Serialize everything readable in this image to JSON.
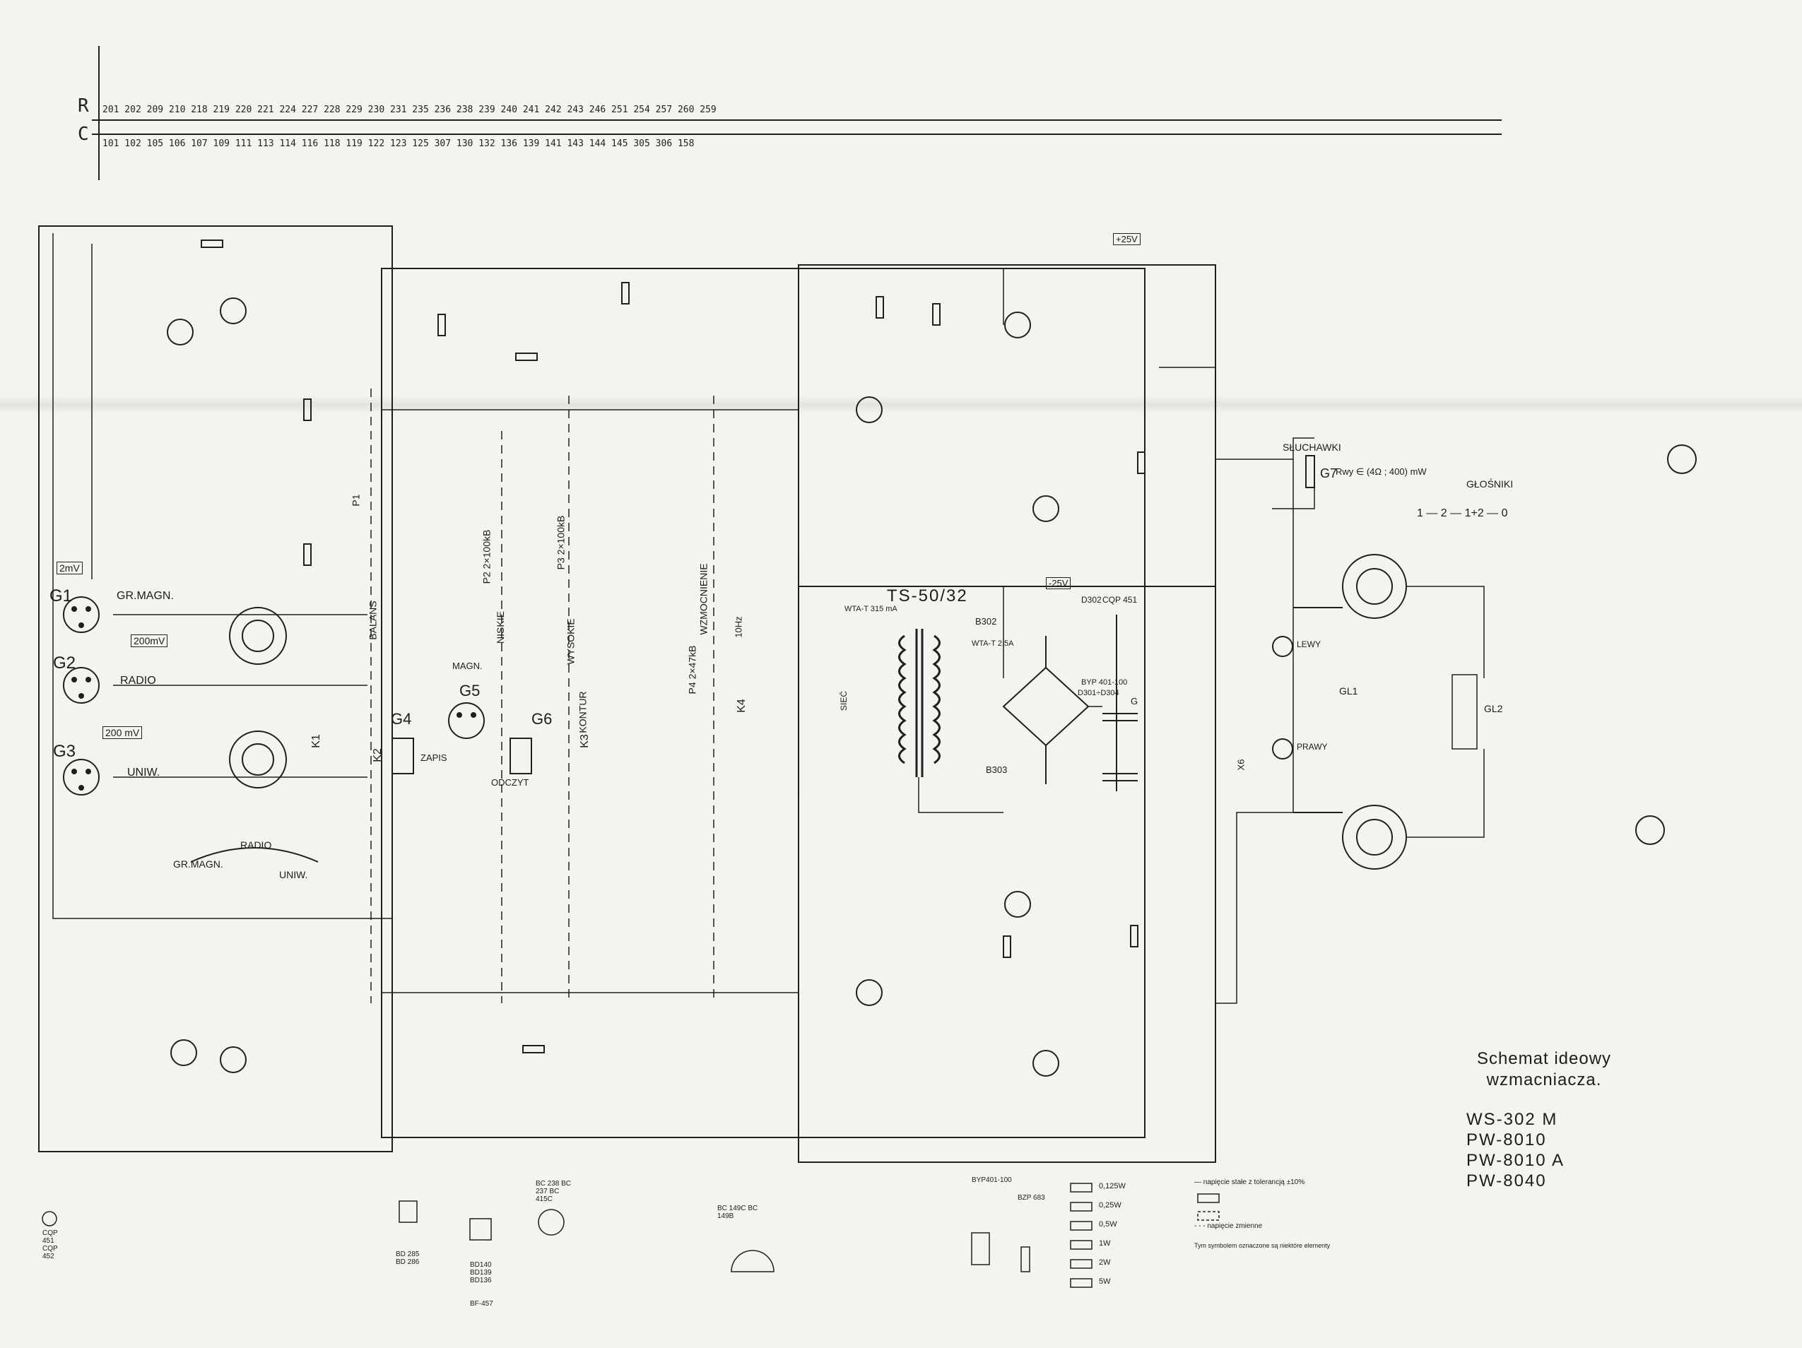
{
  "ref_strip": {
    "rail_r": "R",
    "rail_c": "C",
    "row_r": "201 202 209 210 218 219 220 221 224 227 228 229 230 231 235 236 238 239 240 241 242 243 246 251 254 257 260 259",
    "row_c": "101 102 105 106 107 109 111 113 114 116 118 119 122 123 125 307 130 132 136 139 141 143 144 145 305 306 158"
  },
  "inputs": {
    "g1": "G1",
    "g1_label": "GR.MAGN.",
    "g1_level": "2mV",
    "g2": "G2",
    "g2_label": "RADIO",
    "g2_level": "200mV",
    "g3": "G3",
    "g3_label": "UNIW.",
    "g3_level": "200 mV",
    "g4": "G4",
    "g5": "G5",
    "g6": "G6",
    "zapis": "ZAPIS",
    "odczyt": "ODCZYT",
    "magn": "MAGN.",
    "selector_radio": "RADIO",
    "selector_grmagn": "GR.MAGN.",
    "selector_uniw": "UNIW."
  },
  "controls": {
    "p1": "P1",
    "balans": "BALANS",
    "p2_low": "P2 2×100kB",
    "niskie": "NISKIE",
    "p3_mid": "P3 2×100kB",
    "wysokie": "WYSOKIE",
    "p4": "P4 2×47kB",
    "wzmocnienie": "WZMOCNIENIE",
    "kontur": "KONTUR",
    "k1": "K1",
    "k2": "K2",
    "k3": "K3",
    "k4": "K4",
    "10hz": "10Hz"
  },
  "power": {
    "transformer": "TS-50/32",
    "fuse_main": "WTA-T 315 mA",
    "siec": "SIEĆ",
    "b302": "B302",
    "b303": "B303",
    "fuse_b": "WTA-T 2,5A",
    "d301": "D301÷D304",
    "bridge": "BYP 401-100",
    "led": "CQP 451",
    "d302": "D302",
    "v25": "+25V",
    "vm25": "-25V",
    "g": "G"
  },
  "outputs": {
    "sluchawki": "SŁUCHAWKI",
    "g7": "G7",
    "glosniki": "GŁOŚNIKI",
    "impedance": "Rwy ∈ (4Ω ; 400) mW",
    "lewy": "LEWY",
    "prawy": "PRAWY",
    "gl1": "GL1",
    "gl2": "GL2",
    "x6": "X6",
    "switch_pos": "1 — 2 — 1+2 — 0"
  },
  "title": {
    "line1": "Schemat ideowy",
    "line2": "wzmacniacza.",
    "models": [
      "WS-302 M",
      "PW-8010",
      "PW-8010 A",
      "PW-8040"
    ]
  },
  "legend": {
    "tol_solid": "— napięcie stałe z tolerancją ±10%",
    "tol_dash": "- - - napięcie zmienne",
    "w0125": "0,125W",
    "w025": "0,25W",
    "w05": "0,5W",
    "w1": "1W",
    "w2": "2W",
    "w5": "5W",
    "warning": "Tym symbolem oznaczone są niektóre elementy"
  },
  "packages": {
    "cqp": "CQP 451 CQP 452",
    "bd285": "BD 285 BD 286",
    "bd140": "BD140 BD139 BD136",
    "bc238": "BC 238 BC 237 BC 415C",
    "bc149": "BC 149C BC 149B",
    "bf457": "BF-457",
    "byp": "BYP401-100",
    "bzp": "BZP 683"
  }
}
